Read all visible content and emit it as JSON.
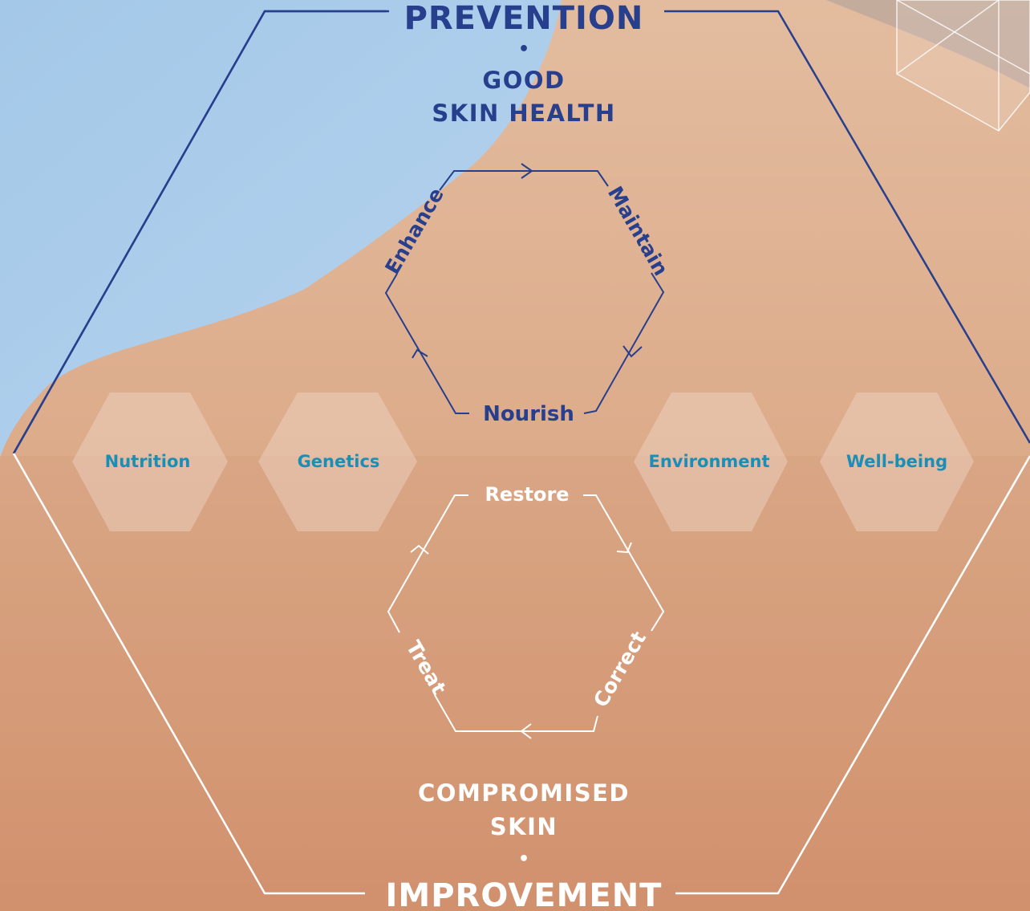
{
  "top": {
    "title": "PREVENTION",
    "bullet": "•",
    "subtitle_line1": "GOOD",
    "subtitle_line2": "SKIN HEALTH",
    "cycle": [
      "Enhance",
      "Maintain",
      "Nourish"
    ]
  },
  "bottom": {
    "subtitle_line1": "COMPROMISED",
    "subtitle_line2": "SKIN",
    "bullet": "•",
    "title": "IMPROVEMENT",
    "cycle": [
      "Restore",
      "Correct",
      "Treat"
    ]
  },
  "factors": [
    "Nutrition",
    "Genetics",
    "Environment",
    "Well-being"
  ],
  "colors": {
    "navy": "#273f8c",
    "white": "#ffffff",
    "teal": "#1a8fb5",
    "sky": "#a9cbe9",
    "skin_light": "#e2b79b",
    "skin_dark": "#d4956f"
  }
}
